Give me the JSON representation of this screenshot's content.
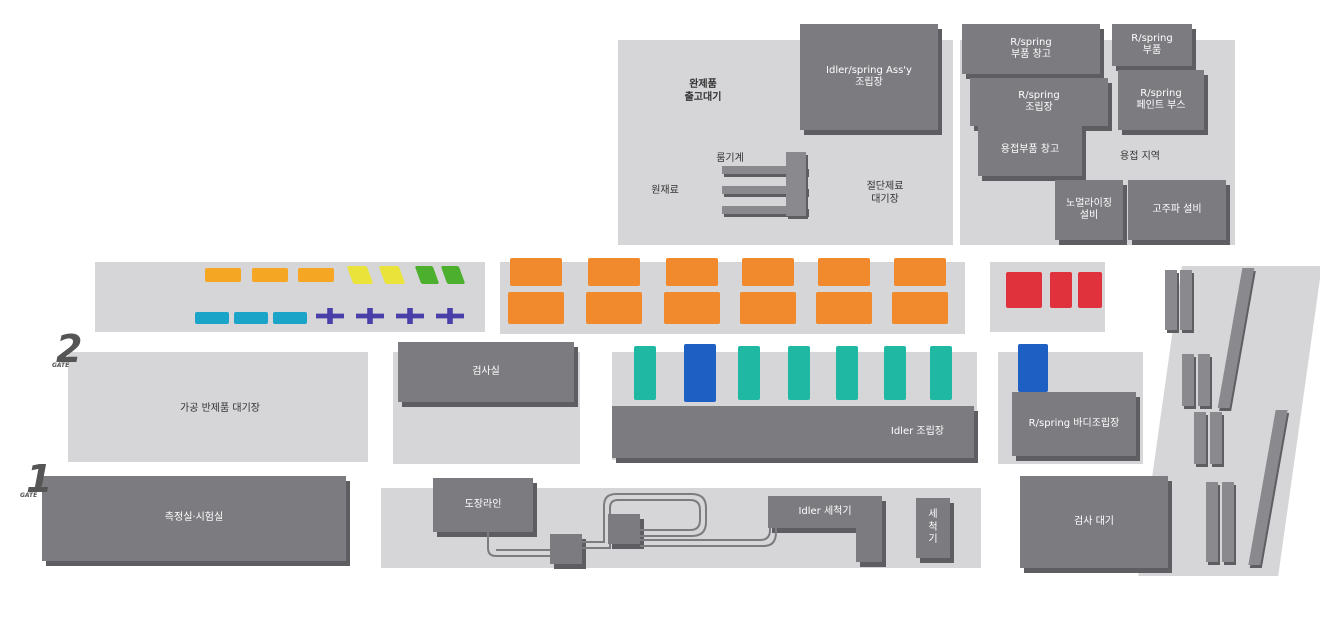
{
  "gates": [
    {
      "number": "2",
      "label": "GATE"
    },
    {
      "number": "1",
      "label": "GATE"
    }
  ],
  "areas": {
    "finished_goods": "완제품\n출고대기",
    "weighing": "룸기계",
    "raw_material": "원재료",
    "cutting": "절단제료\n대기장",
    "idler_spring_assy": "Idler/spring Ass'y\n조립장",
    "rspring_parts_warehouse": "R/spring\n부품 창고",
    "rspring_parts": "R/spring\n부품",
    "rspring_assembly": "R/spring\n조립장",
    "rspring_paint_booth": "R/spring\n페인트 부스",
    "weld_parts_warehouse": "용접부품 창고",
    "welding_area": "용접 지역",
    "normalizing": "노멀라이징\n설비",
    "high_freq": "고주파 설비",
    "semi_finished": "가공 반제품 대기장",
    "inspection_room": "검사실",
    "idler_assembly": "Idler 조립장",
    "rspring_body_assembly": "R/spring 바디조립장",
    "measurement_test": "측정실·시험실",
    "paint_line": "도장라인",
    "idler_washer": "Idler 세척기",
    "washer": "세\n척\n기",
    "inspection_wait": "검사 대기"
  },
  "colors": {
    "orange_machine": "#f08a2c",
    "yellow_orange": "#f5a623",
    "yellow": "#e9e33a",
    "green": "#4caf2e",
    "cyan": "#1aa4c8",
    "purple": "#4a3fa8",
    "teal": "#1fb9a3",
    "blue": "#1e5fc4",
    "red": "#e0323c",
    "block_gray": "#7c7c80",
    "zone_gray": "#d6d6d8"
  }
}
